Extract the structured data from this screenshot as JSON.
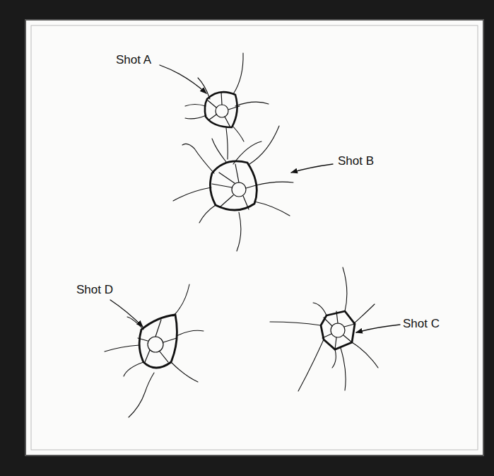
{
  "diagram": {
    "labels": [
      "Shot A",
      "Shot B",
      "Shot D",
      "Shot C"
    ]
  }
}
